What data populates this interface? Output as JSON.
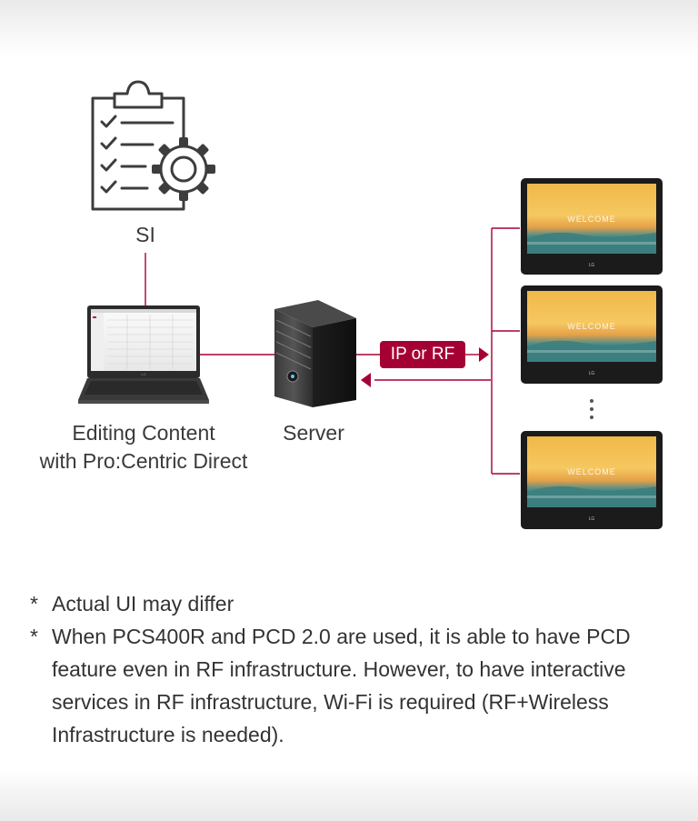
{
  "diagram": {
    "si_label": "SI",
    "editing_label_line1": "Editing Content",
    "editing_label_line2": "with Pro:Centric Direct",
    "server_label": "Server",
    "connection_badge": "IP or RF",
    "tv_welcome_text": "WELCOME",
    "tv_brand": "LG",
    "laptop_brand": "LG",
    "connector_color": "#a50034",
    "icons": [
      "clipboard-checklist-gear-icon",
      "laptop-icon",
      "server-tower-icon",
      "tv-icon",
      "vertical-ellipsis-icon"
    ]
  },
  "notes": [
    {
      "star": "*",
      "text": "Actual UI may differ"
    },
    {
      "star": "*",
      "text": "When PCS400R and PCD 2.0 are used, it is able to have PCD feature even in RF infrastructure. However, to have interactive services in RF infrastructure, Wi-Fi is required (RF+Wireless Infrastructure is needed)."
    }
  ]
}
